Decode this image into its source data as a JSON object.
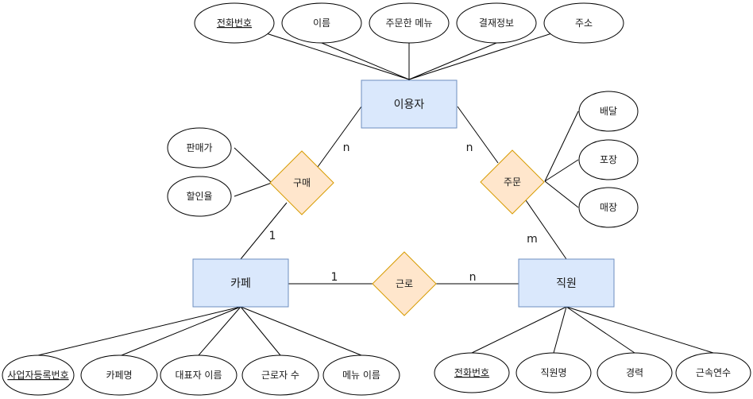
{
  "entities": {
    "user": "이용자",
    "cafe": "카페",
    "staff": "직원"
  },
  "relationships": {
    "purchase": "구매",
    "order": "주문",
    "work": "근로"
  },
  "user_attributes": {
    "phone": "전화번호",
    "name": "이름",
    "ordered_menu": "주문한 메뉴",
    "payment": "결재정보",
    "address": "주소"
  },
  "purchase_attributes": {
    "price": "판매가",
    "discount": "할인율"
  },
  "order_attributes": {
    "delivery": "배달",
    "takeout": "포장",
    "store": "매장"
  },
  "cafe_attributes": {
    "business_no": "사업자등록번호",
    "cafe_name": "카페명",
    "owner_name": "대표자 이름",
    "worker_count": "근로자 수",
    "menu_name": "메뉴 이름"
  },
  "staff_attributes": {
    "phone": "전화번호",
    "staff_name": "직원명",
    "career": "경력",
    "years": "근속연수"
  },
  "cardinalities": {
    "user_purchase": "n",
    "purchase_cafe": "1",
    "user_order": "n",
    "order_staff": "m",
    "cafe_work": "1",
    "work_staff": "n"
  },
  "colors": {
    "entity_fill": "#dae8fc",
    "entity_stroke": "#6c8ebf",
    "relation_fill": "#ffe6cc",
    "relation_stroke": "#d79b00",
    "attribute_fill": "#ffffff",
    "line": "#000000"
  }
}
